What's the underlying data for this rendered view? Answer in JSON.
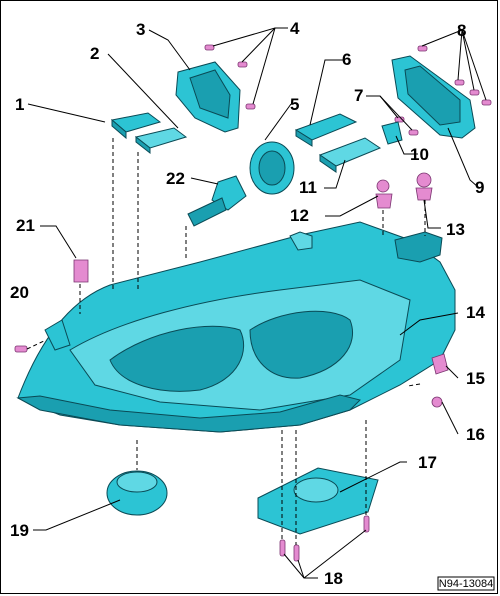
{
  "diagram": {
    "drawing_code": "N94-13084",
    "callouts": [
      "1",
      "2",
      "3",
      "4",
      "5",
      "6",
      "7",
      "8",
      "9",
      "10",
      "11",
      "12",
      "13",
      "14",
      "15",
      "16",
      "17",
      "18",
      "19",
      "20",
      "21",
      "22"
    ]
  },
  "colors": {
    "part_fill": "#2cc4d4",
    "part_light": "#5fd8e4",
    "part_dark": "#1a9fb0",
    "screw": "#e48bd0",
    "outline": "#0a4a55"
  }
}
